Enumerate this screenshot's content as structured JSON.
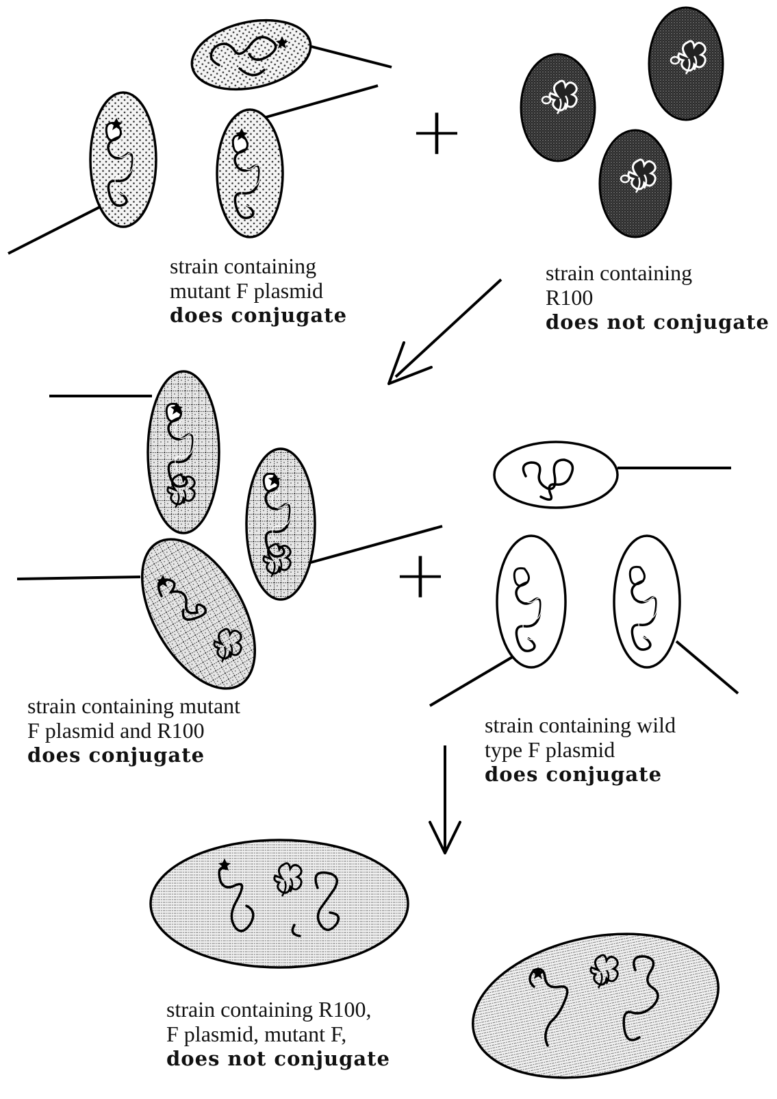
{
  "captions": {
    "mutant_donor": {
      "line1": "strain containing",
      "line2": "mutant F plasmid",
      "result": "does conjugate"
    },
    "r100_strain": {
      "line1": "strain containing",
      "line2": "R100",
      "result": "does not conjugate"
    },
    "mutant_and_r100": {
      "line1": "strain containing mutant",
      "line2": "F plasmid and R100",
      "result": "does conjugate"
    },
    "wild_type": {
      "line1": "strain containing wild",
      "line2": "type F plasmid",
      "result": "does conjugate"
    },
    "final_strain": {
      "line1": "strain containing R100,",
      "line2": "F plasmid, mutant F,",
      "result": "does not conjugate"
    }
  },
  "symbols": {
    "plus": "+"
  }
}
